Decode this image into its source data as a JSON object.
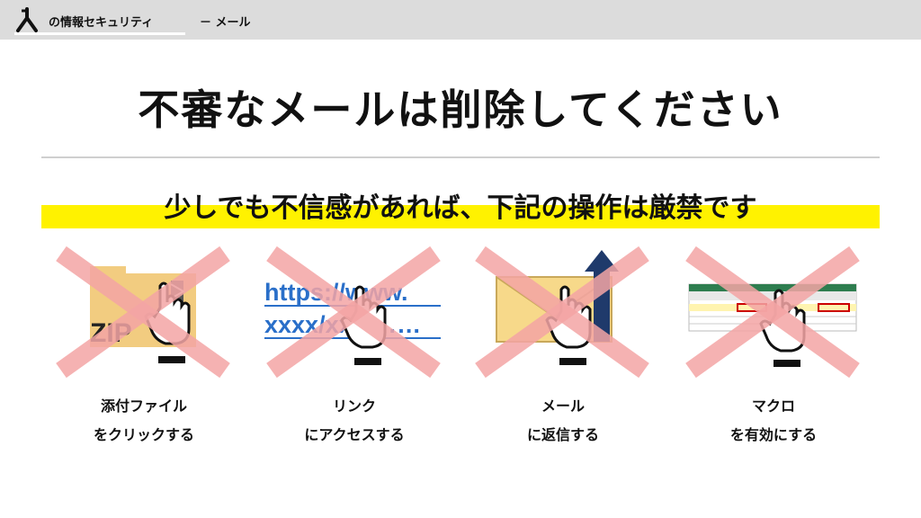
{
  "header": {
    "brand_text": "の情報セキュリティ",
    "section_text": "－ メール"
  },
  "title": "不審なメールは削除してください",
  "subtitle": "少しでも不信感があれば、下記の操作は厳禁です",
  "items": [
    {
      "line1": "添付ファイル",
      "line2": "をクリックする",
      "icon_label": "ZIP",
      "icon": "zip-file-icon"
    },
    {
      "line1": "リンク",
      "line2": "にアクセスする",
      "icon_label_1": "https://www.",
      "icon_label_2": "xxxx/xxx/……",
      "icon": "link-url-icon"
    },
    {
      "line1": "メール",
      "line2": "に返信する",
      "icon": "envelope-icon"
    },
    {
      "line1": "マクロ",
      "line2": "を有効にする",
      "icon": "spreadsheet-icon"
    }
  ],
  "colors": {
    "cross": "#f4a5a5",
    "highlight": "#fff200",
    "link_blue": "#2a6fc9",
    "arrow_navy": "#1f3a6b",
    "folder": "#f2cc80"
  }
}
